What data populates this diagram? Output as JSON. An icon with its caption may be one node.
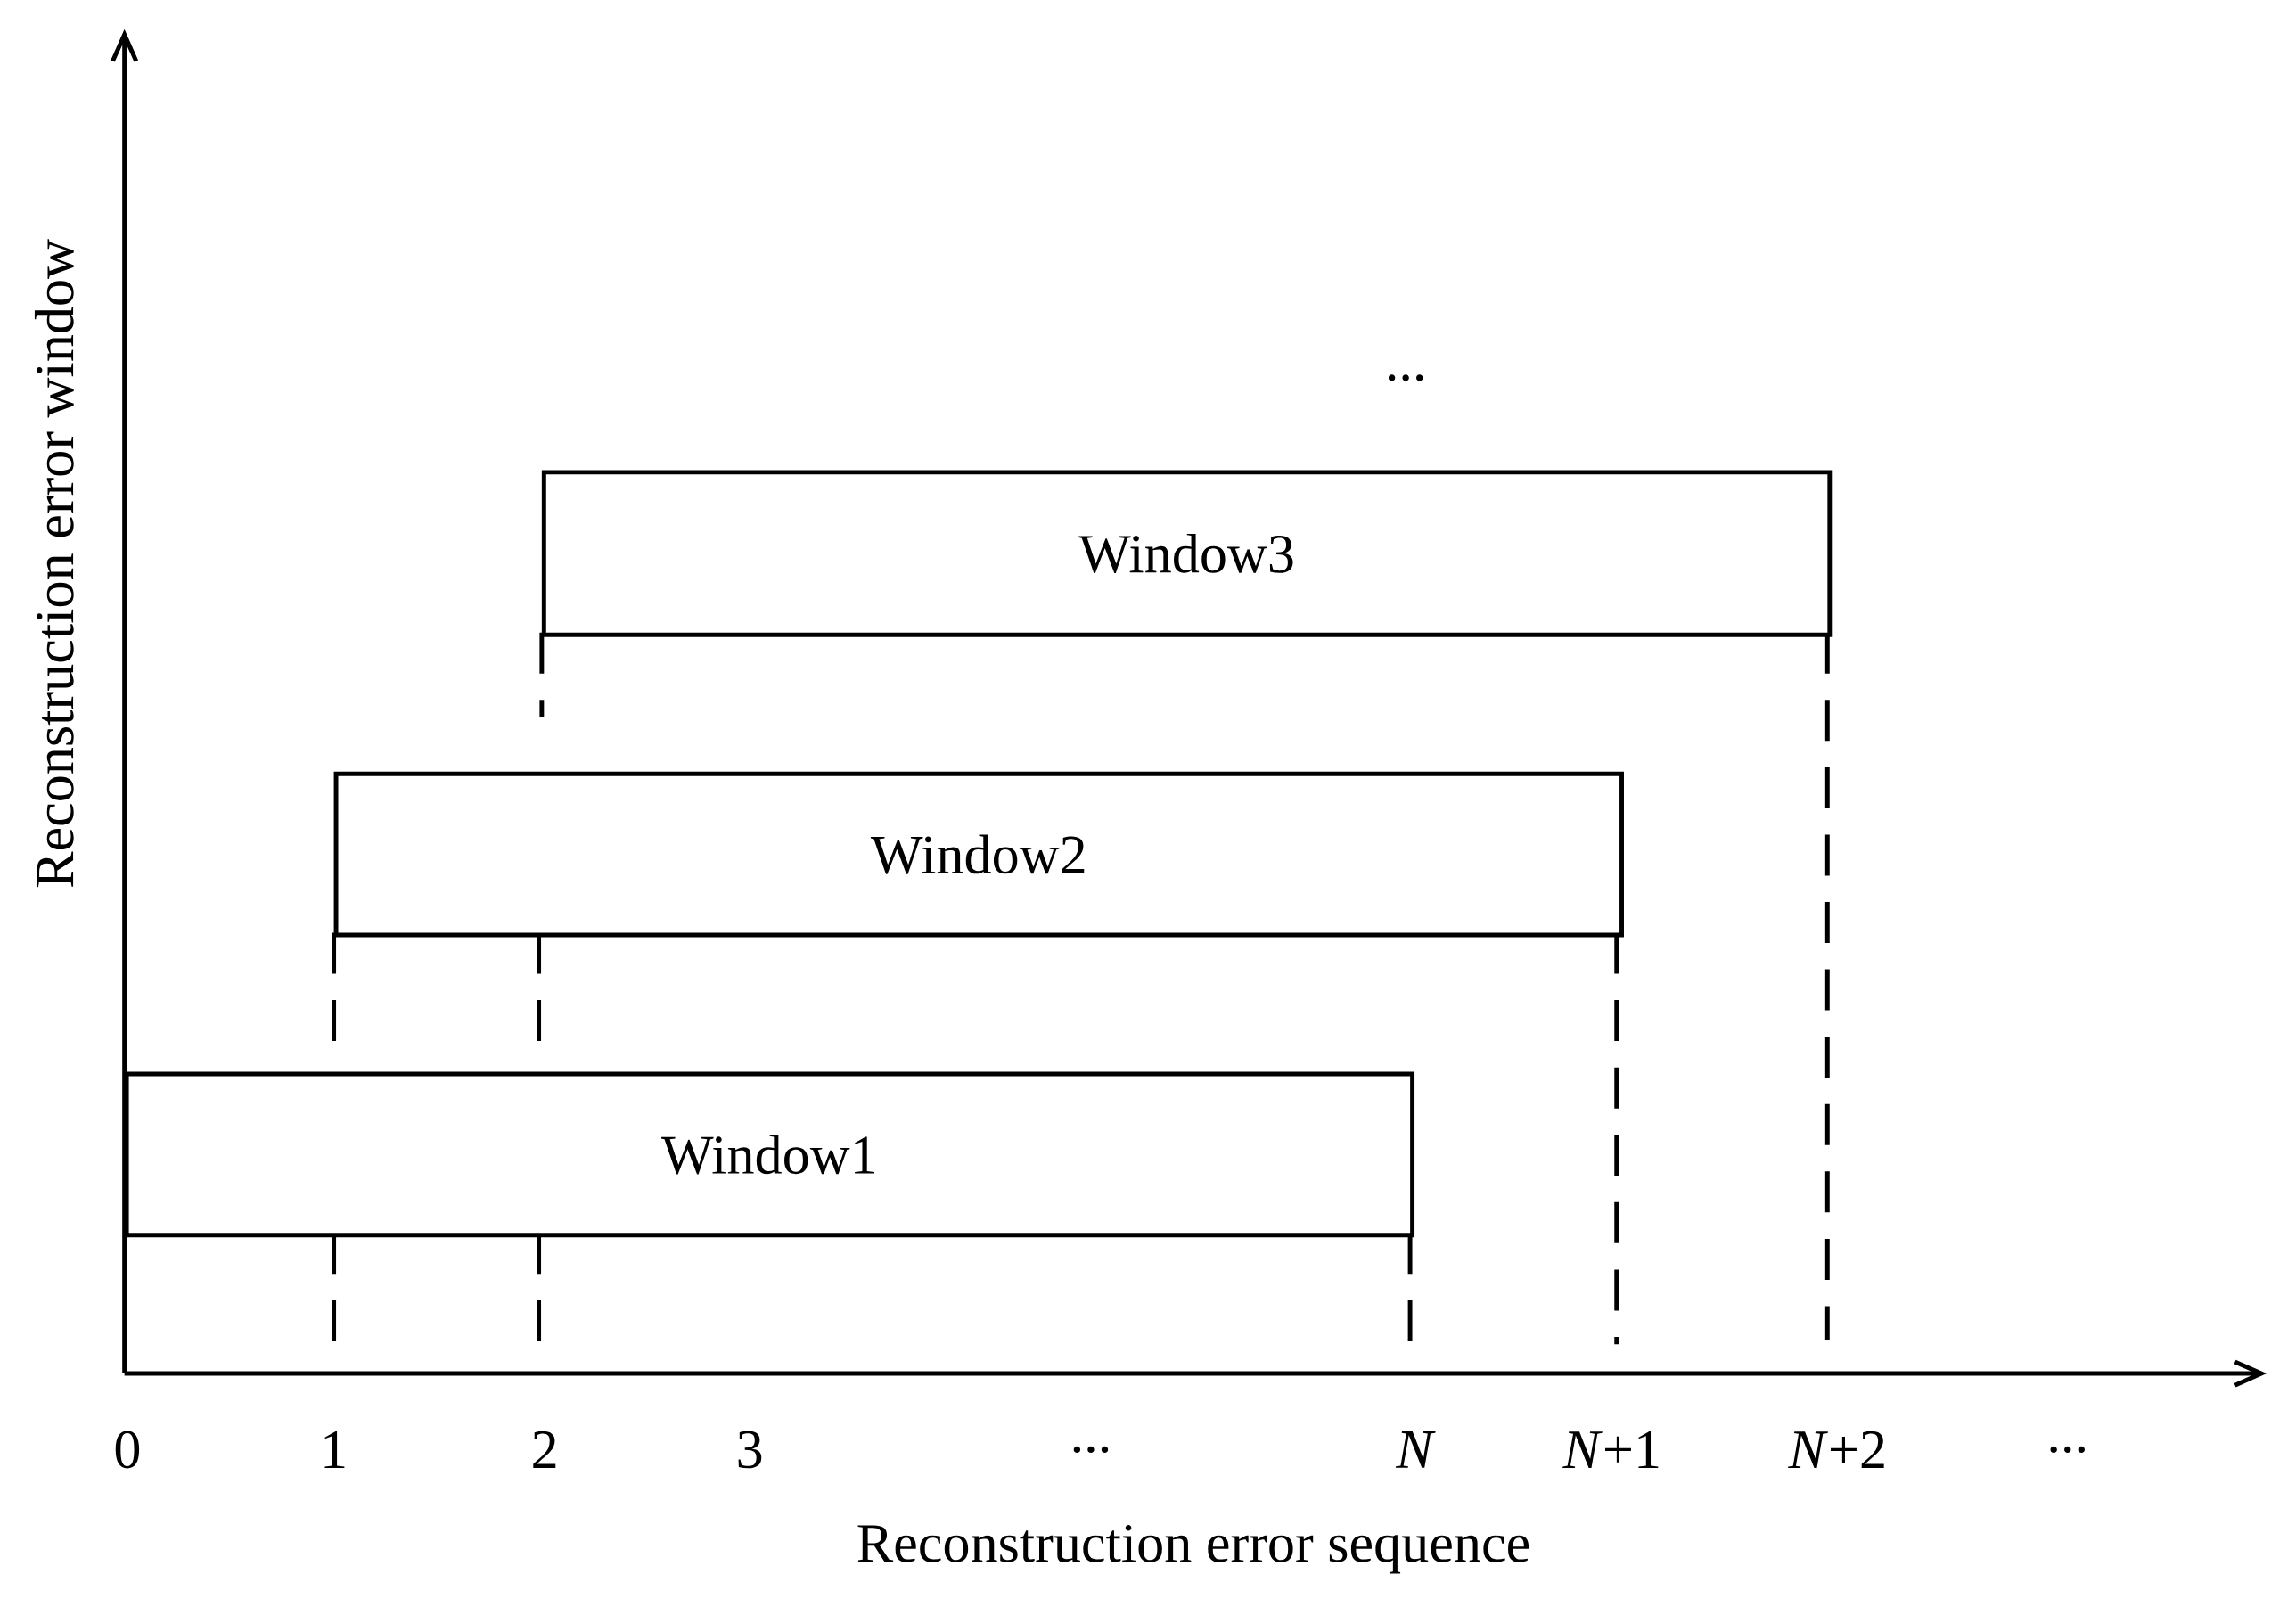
{
  "diagram": {
    "nodes": [
      {
        "text": [
          "Window1"
        ]
      },
      {
        "text": [
          "Window2"
        ]
      },
      {
        "text": [
          "Window3"
        ]
      }
    ],
    "edges": [],
    "labels": [
      "Reconstruction error window",
      "...",
      "0",
      "1",
      "2",
      "3",
      "...",
      "N",
      "*N*+1",
      "*N*+2",
      "...",
      "Reconstruction error sequence"
    ]
  }
}
